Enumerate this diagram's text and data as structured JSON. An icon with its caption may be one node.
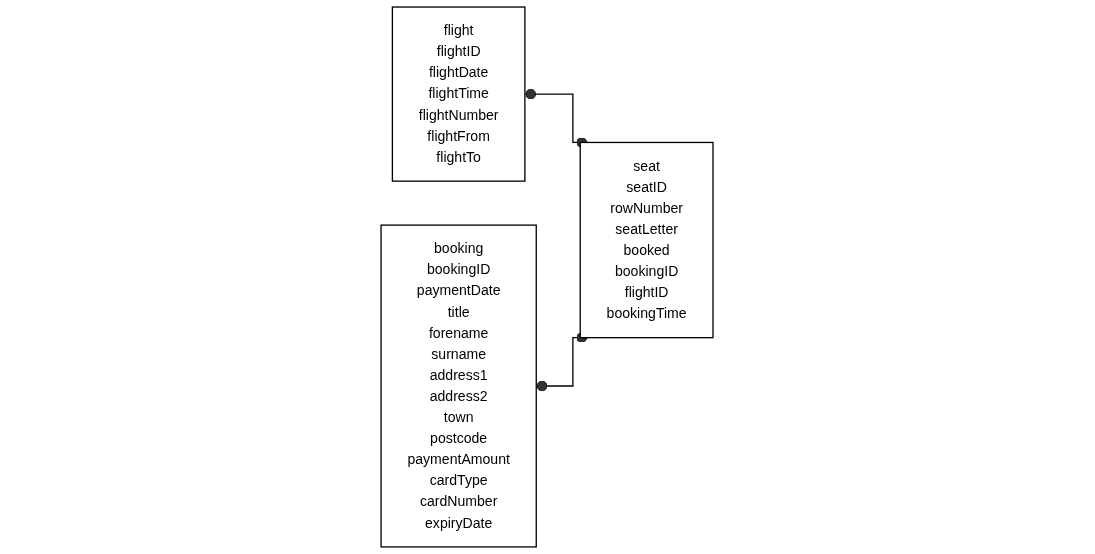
{
  "diagram": {
    "nodes": [
      {
        "text": [
          "flight",
          "flightID",
          "flightDate",
          "flightTime",
          "flightNumber",
          "flightFrom",
          "flightTo"
        ]
      },
      {
        "text": [
          "seat",
          "seatID",
          "rowNumber",
          "seatLetter",
          "booked",
          "bookingID",
          "flightID",
          "bookingTime"
        ]
      },
      {
        "text": [
          "booking",
          "bookingID",
          "paymentDate",
          "title",
          "forename",
          "surname",
          "address1",
          "address2",
          "town",
          "postcode",
          "paymentAmount",
          "cardType",
          "cardNumber",
          "expiryDate"
        ]
      }
    ],
    "edges": [
      {
        "from": 0,
        "to": 1,
        "arrow": "other"
      },
      {
        "from": 2,
        "to": 1,
        "arrow": "other"
      }
    ]
  }
}
